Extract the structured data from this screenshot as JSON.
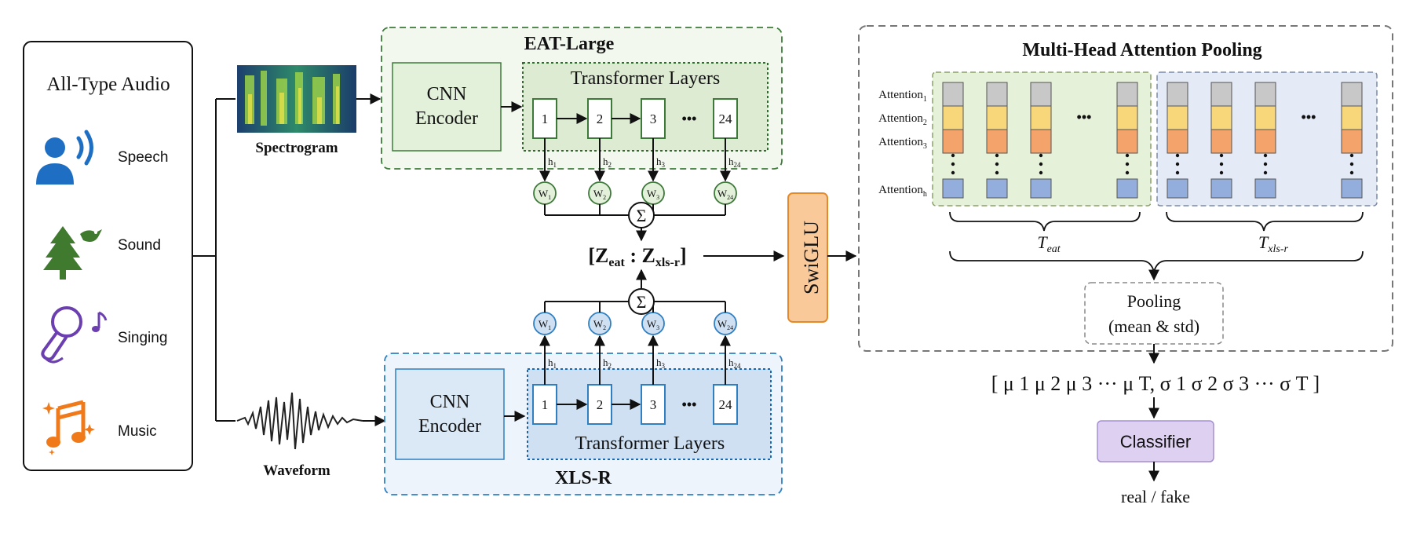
{
  "input": {
    "title": "All-Type Audio",
    "items": [
      {
        "label": "Speech",
        "icon": "speech-person-icon"
      },
      {
        "label": "Sound",
        "icon": "tree-bird-icon"
      },
      {
        "label": "Singing",
        "icon": "microphone-note-icon"
      },
      {
        "label": "Music",
        "icon": "music-notes-icon"
      }
    ]
  },
  "spectrogram_label": "Spectrogram",
  "waveform_label": "Waveform",
  "eat": {
    "title": "EAT-Large",
    "cnn_line1": "CNN",
    "cnn_line2": "Encoder",
    "transformer_label": "Transformer Layers",
    "layers": [
      "1",
      "2",
      "3",
      "24"
    ],
    "ellipsis": "•••",
    "hidden": [
      "h",
      "h",
      "h",
      "h"
    ],
    "hidden_sub": [
      "1",
      "2",
      "3",
      "24"
    ],
    "weights": [
      "W",
      "W",
      "W",
      "W"
    ],
    "weight_sub": [
      "1",
      "2",
      "3",
      "24"
    ]
  },
  "xlsr": {
    "title": "XLS-R",
    "cnn_line1": "CNN",
    "cnn_line2": "Encoder",
    "transformer_label": "Transformer Layers",
    "layers": [
      "1",
      "2",
      "3",
      "24"
    ],
    "ellipsis": "•••",
    "hidden": [
      "h",
      "h",
      "h",
      "h"
    ],
    "hidden_sub": [
      "1",
      "2",
      "3",
      "24"
    ],
    "weights": [
      "W",
      "W",
      "W",
      "W"
    ],
    "weight_sub": [
      "1",
      "2",
      "3",
      "24"
    ]
  },
  "sum_symbol": "Σ",
  "concat": {
    "open": "[",
    "z1": "Z",
    "z1_sub": "eat",
    "colon": " : ",
    "z2": "Z",
    "z2_sub": "xls-r",
    "close": "]"
  },
  "swiglu": "SwiGLU",
  "mhap": {
    "title": "Multi-Head Attention Pooling",
    "attention_rows": [
      {
        "label": "Attention",
        "sub": "1"
      },
      {
        "label": "Attention",
        "sub": "2"
      },
      {
        "label": "Attention",
        "sub": "3"
      },
      {
        "label": "Attention",
        "sub": "h"
      }
    ],
    "t_eat": "T",
    "t_eat_sub": "eat",
    "t_xlsr": "T",
    "t_xlsr_sub": "xls-r",
    "ellipsis": "•••",
    "pooling_line1": "Pooling",
    "pooling_line2": "(mean & std)"
  },
  "stats_vector": "[ μ 1  μ 2  μ 3 ··· μ T,  σ 1  σ 2  σ 3 ··· σ T ]",
  "classifier": "Classifier",
  "output": "real / fake",
  "colors": {
    "eat_border": "#3d7a3a",
    "eat_fill": "#f2f8ee",
    "eat_inner_fill": "#e3f0da",
    "xlsr_border": "#2f7fc1",
    "xlsr_fill": "#eef4fb",
    "xlsr_inner_fill": "#dbe8f6",
    "swiglu_fill": "#f9c99a",
    "swiglu_border": "#e58a2a",
    "classifier_fill": "#ddd0f0",
    "classifier_border": "#a58fd0",
    "attn_gray": "#c8c8c8",
    "attn_yellow": "#f7d77a",
    "attn_orange": "#f4a46a",
    "attn_blue": "#93aedc",
    "icon_blue": "#1e6fc4",
    "icon_green": "#3f7a2f",
    "icon_purple": "#6b3fb0",
    "icon_orange": "#f07a1a"
  }
}
